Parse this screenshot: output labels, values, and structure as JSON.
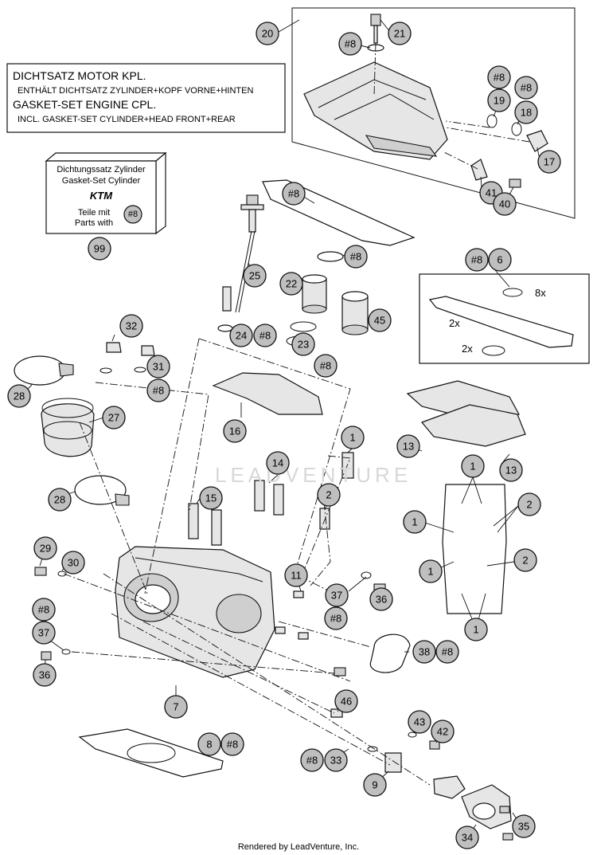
{
  "gasket_set_label": {
    "line1": "DICHTSATZ MOTOR KPL.",
    "line2": "ENTHÄLT DICHTSATZ ZYLINDER+KOPF VORNE+HINTEN",
    "line3": "GASKET-SET ENGINE CPL.",
    "line4": "INCL. GASKET-SET CYLINDER+HEAD FRONT+REAR"
  },
  "cylinder_kit_box": {
    "line1": "Dichtungssatz Zylinder",
    "line2": "Gasket-Set Cylinder",
    "brand": "KTM",
    "line3": "Teile mit",
    "line4": "Parts with",
    "ref": "#8"
  },
  "watermark": "LEADVENTURE",
  "footer": "Rendered by LeadVenture, Inc.",
  "qty_labels": {
    "q8x": "8x",
    "q2x_a": "2x",
    "q2x_b": "2x"
  },
  "callouts": [
    "20",
    "#8",
    "21",
    "#8",
    "#8",
    "19",
    "18",
    "17",
    "41",
    "40",
    "#8",
    "99",
    "25",
    "#8",
    "22",
    "45",
    "24",
    "#8",
    "23",
    "#8",
    "#8",
    "6",
    "32",
    "31",
    "#8",
    "16",
    "28",
    "27",
    "13",
    "13",
    "1",
    "14",
    "28",
    "15",
    "2",
    "1",
    "2",
    "1",
    "2",
    "1",
    "1",
    "29",
    "30",
    "11",
    "37",
    "36",
    "#8",
    "#8",
    "37",
    "36",
    "38",
    "#8",
    "7",
    "46",
    "43",
    "42",
    "8",
    "#8",
    "#8",
    "33",
    "9",
    "35",
    "34"
  ]
}
